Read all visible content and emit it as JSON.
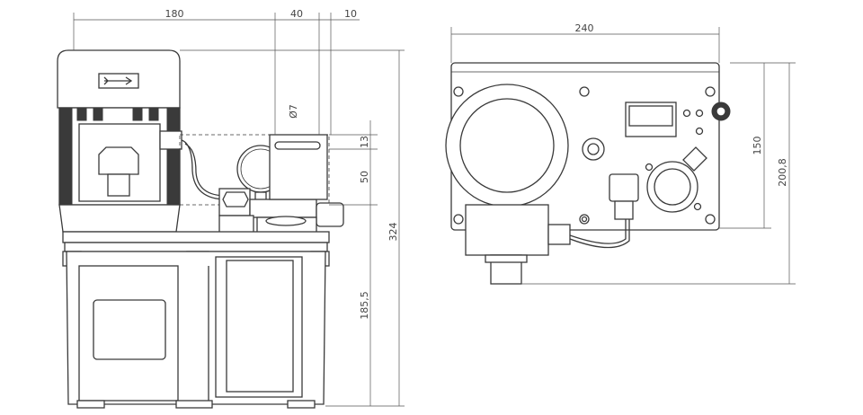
{
  "views": {
    "front": {
      "name": "front-view"
    },
    "side": {
      "name": "side-view"
    }
  },
  "dimensions": {
    "front_width": "180",
    "front_offset1": "40",
    "front_offset2": "10",
    "hole_diameter": "Ø7",
    "height_13": "13",
    "height_50": "50",
    "height_185": "185,5",
    "total_height": "324",
    "side_width": "240",
    "side_height_150": "150",
    "side_height_200": "200,8"
  },
  "colors": {
    "line": "#3a3a3a",
    "dimension": "#555555"
  }
}
